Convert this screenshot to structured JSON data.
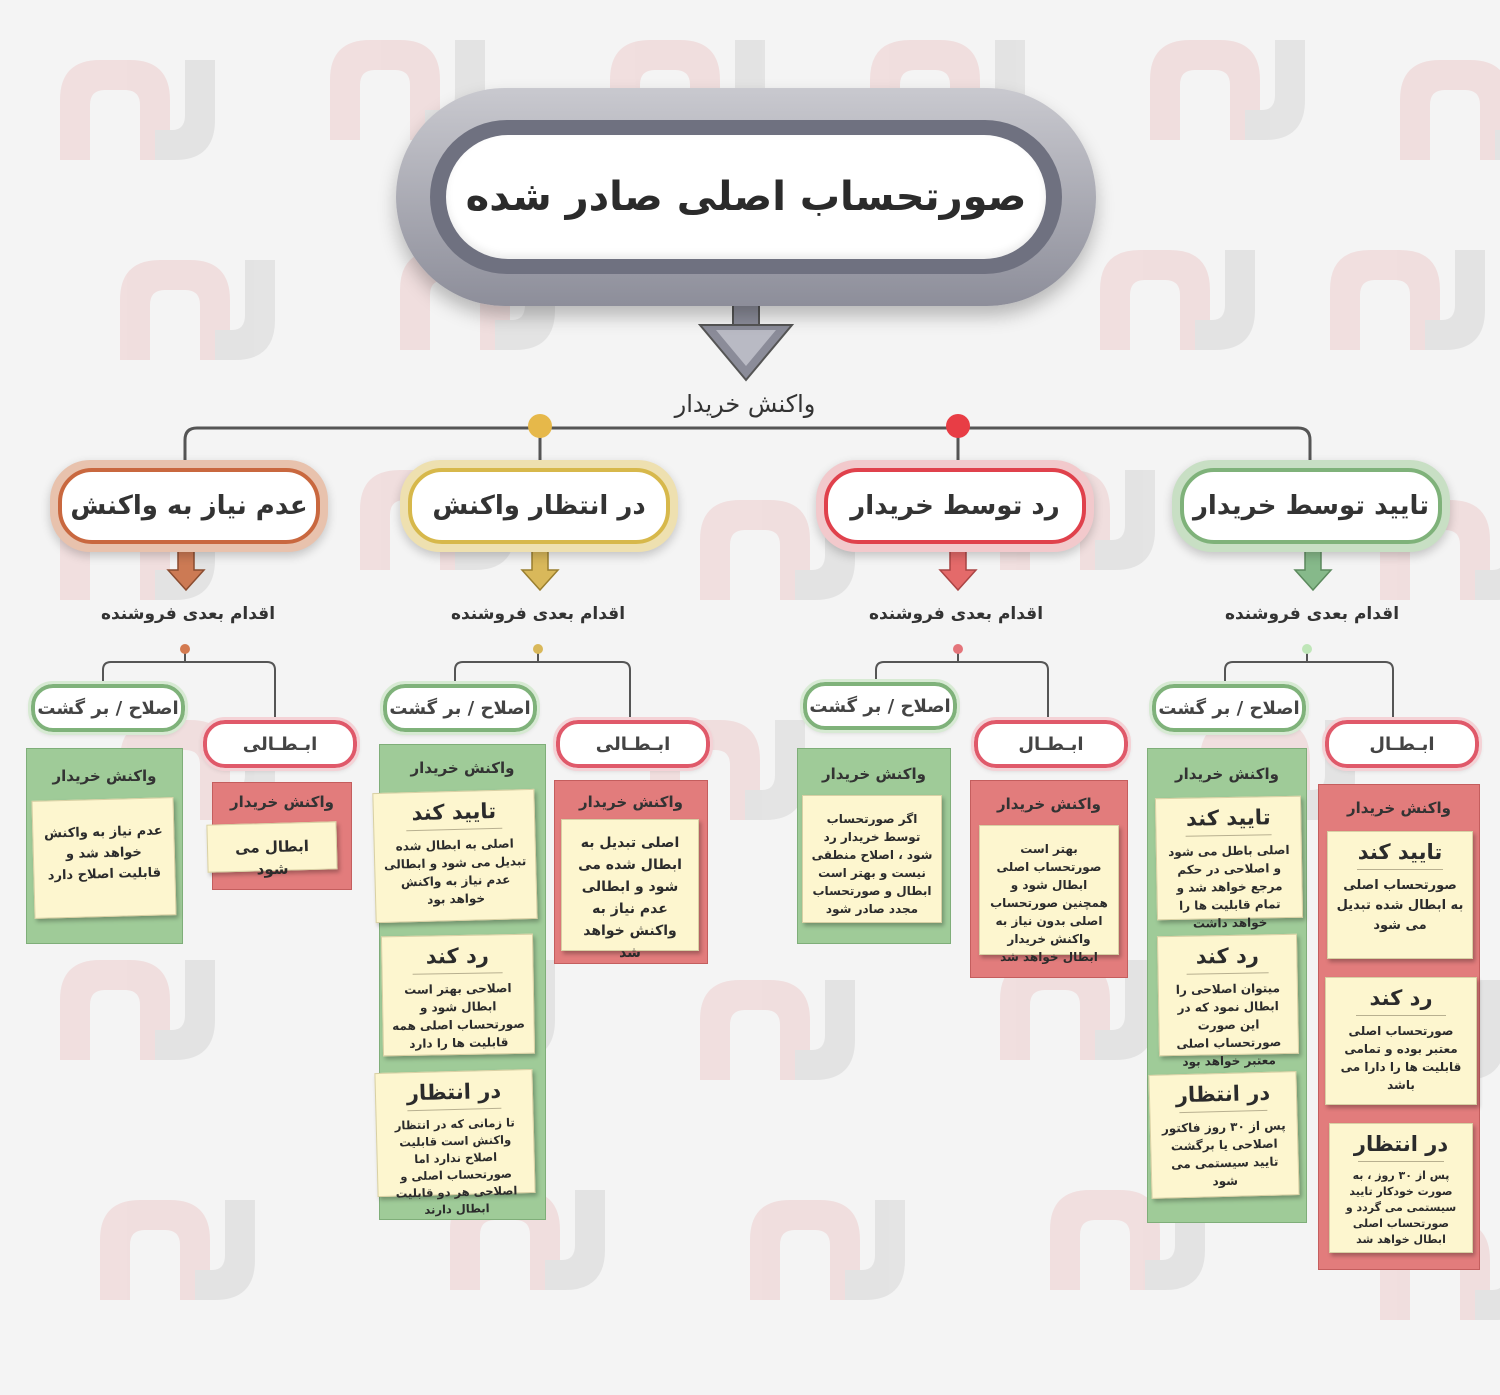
{
  "diagram": {
    "title": "صورتحساب اصلی صادر شده",
    "buyer_reaction_label": "واکنش خریدار",
    "colors": {
      "green": "#7fb27a",
      "red": "#e0414c",
      "yellow": "#d7b84b",
      "orange": "#c9683f",
      "gray": "#6f7180"
    },
    "branches": [
      {
        "key": "approve",
        "label": "تایید توسط خریدار",
        "color": "green",
        "next_action": "اقدام بعدی فروشنده",
        "correction": {
          "label": "اصلاح / بر گشت",
          "panel_title": "واکنش خریدار",
          "notes": [
            {
              "heading": "تایید کند",
              "text": "اصلی باطل می شود و اصلاحی در حکم مرجع خواهد شد و تمام قابلیت ها را خواهد داشت"
            },
            {
              "heading": "رد کند",
              "text": "میتوان اصلاحی را ابطال نمود که در این صورت صورتحساب اصلی معتبر خواهد بود"
            },
            {
              "heading": "در انتظار",
              "text": "پس از ۳۰ روز فاکتور اصلاحی یا برگشت تایید سیستمی می شود"
            }
          ]
        },
        "cancel": {
          "label": "ابـطـال",
          "panel_title": "واکنش خریدار",
          "notes": [
            {
              "heading": "تایید کند",
              "text": "صورتحساب اصلی به ابطال شده تبدیل می شود"
            },
            {
              "heading": "رد کند",
              "text": "صورتحساب اصلی معتبر بوده و تمامی قابلیت ها را دارا می باشد"
            },
            {
              "heading": "در انتظار",
              "text": "پس از ۳۰ روز ، به صورت خودکار تایید سیستمی می گردد و صورتحساب اصلی ابطال خواهد شد"
            }
          ]
        }
      },
      {
        "key": "reject",
        "label": "رد توسط خریدار",
        "color": "red",
        "next_action": "اقدام بعدی فروشنده",
        "correction": {
          "label": "اصلاح / بر گشت",
          "panel_title": "واکنش خریدار",
          "text": "اگر صورتحساب توسط خریدار رد شود ، اصلاح منطقی نیست و بهتر است ابطال و صورتحساب مجدد صادر شود"
        },
        "cancel": {
          "label": "ابـطـال",
          "panel_title": "واکنش خریدار",
          "text": "بهتر است صورتحساب اصلی ابطال شود و همچنین صورتحساب اصلی بدون نیاز به واکنش خریدار ابطال خواهد شد"
        }
      },
      {
        "key": "pending",
        "label": "در انتظار واکنش",
        "color": "yellow",
        "next_action": "اقدام بعدی فروشنده",
        "correction": {
          "label": "اصلاح / بر گشت",
          "panel_title": "واکنش خریدار",
          "notes": [
            {
              "heading": "تایید کند",
              "text": "اصلی به ابطال شده تبدیل می شود و ابطالی عدم نیاز به واکنش خواهد بود"
            },
            {
              "heading": "رد کند",
              "text": "اصلاحی بهتر است ابطال شود و صورتحساب اصلی همه قابلیت ها را دارد"
            },
            {
              "heading": "در انتظار",
              "text": "تا زمانی که در انتظار واکنش است قابلیت اصلاح ندارد اما صورتحساب اصلی و اصلاحی هر دو قابلیت ابطال دارند"
            }
          ]
        },
        "cancel": {
          "label": "ابـطـالی",
          "panel_title": "واکنش خریدار",
          "text": "اصلی تبدیل به ابطال شده می شود و ابطالی عدم نیاز به واکنش خواهد شد"
        }
      },
      {
        "key": "no_reaction",
        "label": "عدم نیاز به واکنش",
        "color": "orange",
        "next_action": "اقدام بعدی فروشنده",
        "correction": {
          "label": "اصلاح / بر گشت",
          "panel_title": "واکنش خریدار",
          "text": "عدم نیاز به واکنش خواهد شد و قابلیت اصلاح دارد"
        },
        "cancel": {
          "label": "ابـطـالی",
          "panel_title": "واکنش خریدار",
          "text": "ابطال می شود"
        }
      }
    ]
  }
}
